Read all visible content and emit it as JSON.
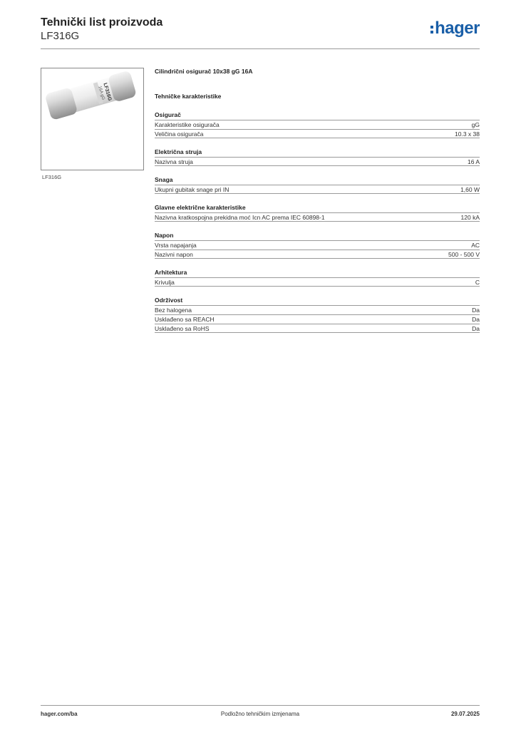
{
  "header": {
    "title": "Tehnički list proizvoda",
    "subtitle": "LF316G",
    "logo_text": "hager"
  },
  "photo": {
    "caption": "LF316G"
  },
  "product": {
    "name": "Cilindrični osigurač 10x38 gG 16A",
    "tech_heading": "Tehničke karakteristike"
  },
  "sections": [
    {
      "title": "Osigurač",
      "rows": [
        {
          "label": "Karakteristike osigurača",
          "value": "gG"
        },
        {
          "label": "Veličina osigurača",
          "value": "10.3 x 38"
        }
      ]
    },
    {
      "title": "Električna struja",
      "rows": [
        {
          "label": "Nazivna struja",
          "value": "16 A"
        }
      ]
    },
    {
      "title": "Snaga",
      "rows": [
        {
          "label": "Ukupni gubitak snage pri IN",
          "value": "1,60 W"
        }
      ]
    },
    {
      "title": "Glavne električne karakteristike",
      "rows": [
        {
          "label": "Nazivna kratkospojna prekidna moć Icn AC prema IEC 60898-1",
          "value": "120 kA"
        }
      ]
    },
    {
      "title": "Napon",
      "rows": [
        {
          "label": "Vrsta napajanja",
          "value": "AC"
        },
        {
          "label": "Nazivni napon",
          "value": "500 - 500 V"
        }
      ]
    },
    {
      "title": "Arhitektura",
      "rows": [
        {
          "label": "Krivulja",
          "value": "C"
        }
      ]
    },
    {
      "title": "Održivost",
      "rows": [
        {
          "label": "Bez halogena",
          "value": "Da"
        },
        {
          "label": "Usklađeno sa REACH",
          "value": "Da"
        },
        {
          "label": "Usklađeno sa RoHS",
          "value": "Da"
        }
      ]
    }
  ],
  "footer": {
    "left": "hager.com/ba",
    "center": "Podložno tehničkim izmjenama",
    "right": "29.07.2025"
  },
  "colors": {
    "brand": "#1a5fa8",
    "rule": "#9a9a9a"
  }
}
